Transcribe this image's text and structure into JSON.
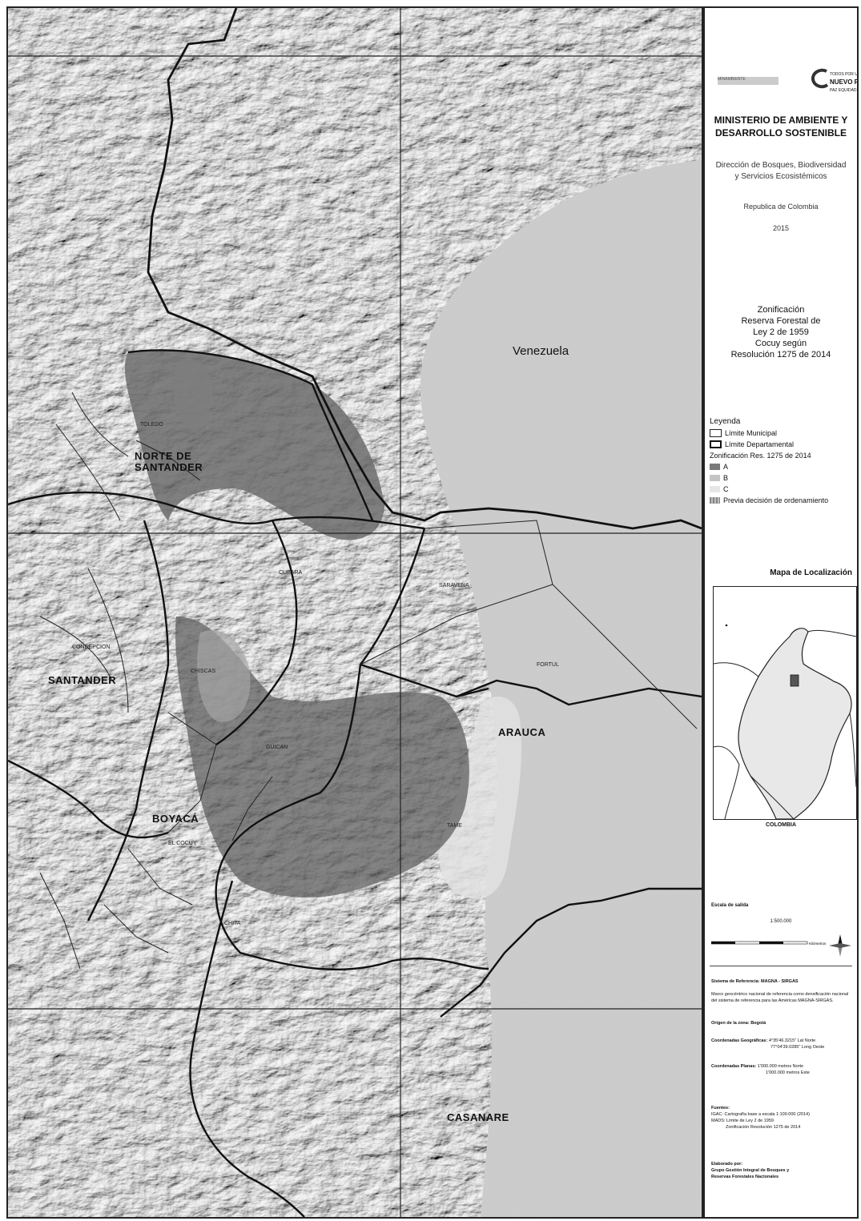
{
  "map": {
    "country_label": "Venezuela",
    "departments": {
      "norte_de_santander": "NORTE DE SANTANDER",
      "santander": "SANTANDER",
      "boyaca": "BOYACÁ",
      "arauca": "ARAUCA",
      "casanare": "CASANARE"
    },
    "municipalities": {
      "saravena": "SARAVENA",
      "fortul": "FORTUL",
      "tame": "TAME",
      "concepcion": "CONCEPCION",
      "cubara": "CUBARA",
      "toledo": "TOLEDO",
      "chiscas": "CHISCAS",
      "guican": "GUICAN",
      "cocuy": "EL COCUY",
      "chita": "CHITA"
    }
  },
  "panel": {
    "logo_left": "MINAMBIENTE",
    "logo_right_line1": "TODOS POR UN",
    "logo_right_line2": "NUEVO PAÍS",
    "logo_right_line3": "PAZ EQUIDAD EDUCACIÓN",
    "ministerio_line1": "MINISTERIO DE AMBIENTE Y",
    "ministerio_line2": "DESARROLLO SOSTENIBLE",
    "direccion_line1": "Dirección de Bosques, Biodiversidad",
    "direccion_line2": "y Servicios Ecosistémicos",
    "republica": "Republica de Colombia",
    "year": "2015",
    "title_line1": "Zonificación",
    "title_line2": "Reserva Forestal de",
    "title_line3": "Ley 2 de 1959",
    "title_line4": "Cocuy según",
    "title_line5": "Resolución 1275 de 2014",
    "legend": {
      "heading": "Leyenda",
      "municipal": "Límite Municipal",
      "departmental": "Límite Departamental",
      "zonificacion": "Zonificación Res. 1275 de 2014",
      "a": "A",
      "b": "B",
      "c": "C",
      "previa": "Previa decisión de ordenamiento"
    },
    "location_title": "Mapa de Localización",
    "colombia": "COLOMBIA",
    "scale_title": "Escala de salida",
    "scale_value": "1:500.000",
    "scale_unit": "Kilómetros",
    "reference_system": "Sistema de Referencia: MAGNA - SIRGAS",
    "reference_note": "Marco geocéntrico nacional de referencia como densificación nacional del sistema de referencia para las Américas MAGNA-SIRGAS.",
    "origin": "Origen de la zona: Bogotá",
    "geo_coords_label": "Coordenadas Geográficas:",
    "geo_coords_lat": "4°35'46.3215\" Lat Norte",
    "geo_coords_lon": "77°04'39.0285\" Long Oeste",
    "plane_coords_label": "Coordenadas Planas:",
    "plane_coords_n": "1'000.000 metros Norte",
    "plane_coords_e": "1'000.000 metros Este",
    "sources_heading": "Fuentes:",
    "source1": "IGAC: Cartografía base a escala 1:100.000 (2014)",
    "source2": "MADS: Límite de Ley 2 de 1959",
    "source3": "Zonificación Resolución 1275 de 2014",
    "elaborado_heading": "Elaborado por:",
    "elaborado_line1": "Grupo Gestión Integral de Bosques y",
    "elaborado_line2": "Reservas Forestales Nacionales"
  },
  "colors": {
    "zone_a": "#7a7a7a",
    "zone_b": "#c4c4c4",
    "zone_c": "#e6e6e6",
    "previa": "#9a9a9a",
    "plains": "#cfcfcf",
    "boundary": "#111111"
  }
}
